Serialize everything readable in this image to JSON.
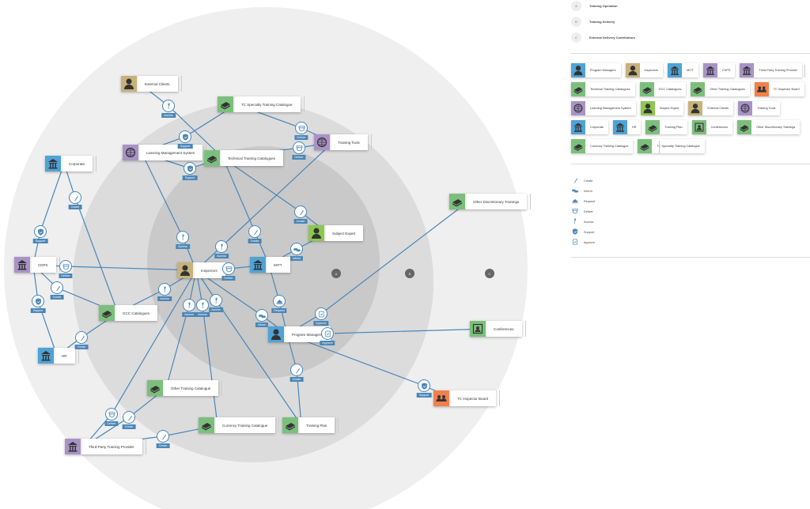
{
  "colors": {
    "blue": "#4fa3d6",
    "tan": "#c8b27a",
    "purple": "#a993c6",
    "green": "#7cbf7c",
    "orange": "#f2804a",
    "lime": "#8dc84e",
    "edge": "#4a86b8",
    "ring_outer": "#efefef",
    "ring_mid": "#dcdcdc",
    "ring_inner": "#c9c9c9"
  },
  "zones": [
    {
      "letter": "A",
      "label": "Training Operation"
    },
    {
      "letter": "B",
      "label": "Training Delivery"
    },
    {
      "letter": "C",
      "label": "External Delivery Contributors"
    }
  ],
  "nodes": {
    "ext": {
      "label": "External Clients",
      "color": "tan",
      "icon": "person"
    },
    "tcspec": {
      "label": "TC Specialty Training Catalogue",
      "color": "green",
      "icon": "book"
    },
    "lms": {
      "label": "Learning Management System",
      "color": "purple",
      "icon": "globe"
    },
    "tech": {
      "label": "Technical Training Catalogues",
      "color": "green",
      "icon": "book"
    },
    "tools": {
      "label": "Training Tools",
      "color": "purple",
      "icon": "globe"
    },
    "corp": {
      "label": "Corporate",
      "color": "blue",
      "icon": "bank"
    },
    "odisc": {
      "label": "Other Discretionary Trainings",
      "color": "green",
      "icon": "book"
    },
    "sme": {
      "label": "Subject Expert",
      "color": "lime",
      "icon": "person"
    },
    "cdps": {
      "label": "CDPS",
      "color": "purple",
      "icon": "bank"
    },
    "insp": {
      "label": "Inspectors",
      "color": "tan",
      "icon": "person"
    },
    "mitt": {
      "label": "MITT",
      "color": "blue",
      "icon": "bank"
    },
    "gcc": {
      "label": "GCC Catalogues",
      "color": "green",
      "icon": "book"
    },
    "pm": {
      "label": "Program Managers",
      "color": "blue",
      "icon": "person"
    },
    "conf": {
      "label": "Conferences",
      "color": "green",
      "icon": "screen"
    },
    "hr": {
      "label": "HR",
      "color": "blue",
      "icon": "bank"
    },
    "otc": {
      "label": "Other Training Catalogue",
      "color": "green",
      "icon": "book"
    },
    "tcib": {
      "label": "TC Inspector Board",
      "color": "orange",
      "icon": "group"
    },
    "curr": {
      "label": "Currency Training Catalogue",
      "color": "green",
      "icon": "book"
    },
    "plan": {
      "label": "Training Plan",
      "color": "green",
      "icon": "book"
    },
    "tp": {
      "label": "Third-Party Training Provider",
      "color": "purple",
      "icon": "bank"
    }
  },
  "edges": [
    {
      "from": "ext",
      "to": "tech",
      "label": "Access",
      "icon": "access"
    },
    {
      "from": "tcspec",
      "to": "lms",
      "label": "Support",
      "icon": "support"
    },
    {
      "from": "tcspec",
      "to": "tools",
      "label": "Deliver",
      "icon": "deliver"
    },
    {
      "from": "lms",
      "to": "tech",
      "label": "Support",
      "icon": "support"
    },
    {
      "from": "tech",
      "to": "tools",
      "label": "Deliver",
      "icon": "deliver"
    },
    {
      "from": "tech",
      "to": "mitt",
      "label": "Create",
      "icon": "create"
    },
    {
      "from": "tech",
      "to": "sme",
      "label": "Create",
      "icon": "create"
    },
    {
      "from": "lms",
      "to": "insp",
      "label": "Access",
      "icon": "access"
    },
    {
      "from": "tools",
      "to": "insp",
      "label": "Access",
      "icon": "access"
    },
    {
      "from": "sme",
      "to": "mitt",
      "label": "Inform",
      "icon": "inform"
    },
    {
      "from": "corp",
      "to": "cdps",
      "label": "Support",
      "icon": "support"
    },
    {
      "from": "corp",
      "to": "gcc",
      "label": "Create",
      "icon": "create"
    },
    {
      "from": "cdps",
      "to": "insp",
      "label": "Deliver",
      "icon": "deliver"
    },
    {
      "from": "cdps",
      "to": "gcc",
      "label": "Create",
      "icon": "create"
    },
    {
      "from": "cdps",
      "to": "hr",
      "label": "Support",
      "icon": "support"
    },
    {
      "from": "gcc",
      "to": "insp",
      "label": "Access",
      "icon": "access"
    },
    {
      "from": "hr",
      "to": "gcc",
      "label": "Create",
      "icon": "create"
    },
    {
      "from": "insp",
      "to": "mitt",
      "label": "Deliver",
      "icon": "deliver"
    },
    {
      "from": "insp",
      "to": "otc",
      "label": "Access",
      "icon": "access"
    },
    {
      "from": "insp",
      "to": "curr",
      "label": "Access",
      "icon": "access"
    },
    {
      "from": "insp",
      "to": "plan",
      "label": "Access",
      "icon": "access"
    },
    {
      "from": "insp",
      "to": "pm",
      "label": "Inform",
      "icon": "inform"
    },
    {
      "from": "mitt",
      "to": "pm",
      "label": "Request",
      "icon": "request"
    },
    {
      "from": "pm",
      "to": "odisc",
      "label": "Approve",
      "icon": "approve"
    },
    {
      "from": "pm",
      "to": "conf",
      "label": "Approve",
      "icon": "approve"
    },
    {
      "from": "pm",
      "to": "plan",
      "label": "Create",
      "icon": "create"
    },
    {
      "from": "pm",
      "to": "tcib",
      "label": "Support",
      "icon": "support"
    },
    {
      "from": "insp",
      "to": "tp",
      "label": "Deliver",
      "icon": "deliver"
    },
    {
      "from": "otc",
      "to": "tp",
      "label": "Create",
      "icon": "create"
    },
    {
      "from": "curr",
      "to": "tp",
      "label": "Create",
      "icon": "create"
    }
  ],
  "legend_types": [
    {
      "label": "Program Managers",
      "color": "blue",
      "icon": "person"
    },
    {
      "label": "Inspectors",
      "color": "tan",
      "icon": "person"
    },
    {
      "label": "MITT",
      "color": "blue",
      "icon": "bank"
    },
    {
      "label": "CDPS",
      "color": "purple",
      "icon": "bank"
    },
    {
      "label": "Third-Party Training Provider",
      "color": "purple",
      "icon": "bank"
    },
    {
      "label": "Technical Training Catalogues",
      "color": "green",
      "icon": "book"
    },
    {
      "label": "GCC Catalogues",
      "color": "green",
      "icon": "book"
    },
    {
      "label": "Other Training Catalogues",
      "color": "green",
      "icon": "book"
    },
    {
      "label": "TC Inspector Board",
      "color": "orange",
      "icon": "group"
    },
    {
      "label": "Learning Management System",
      "color": "purple",
      "icon": "globe"
    },
    {
      "label": "Subject Expert",
      "color": "lime",
      "icon": "person"
    },
    {
      "label": "External Clients",
      "color": "tan",
      "icon": "person"
    },
    {
      "label": "Training Tools",
      "color": "purple",
      "icon": "globe"
    },
    {
      "label": "Corporate",
      "color": "blue",
      "icon": "bank"
    },
    {
      "label": "HR",
      "color": "blue",
      "icon": "bank"
    },
    {
      "label": "Training Plan",
      "color": "green",
      "icon": "book"
    },
    {
      "label": "Conferences",
      "color": "green",
      "icon": "screen"
    },
    {
      "label": "Other Discretionary Trainings",
      "color": "green",
      "icon": "book"
    },
    {
      "label": "Currency Training Catalogue",
      "color": "green",
      "icon": "book"
    },
    {
      "label": "TC Specialty Training Catalogue",
      "color": "green",
      "icon": "book"
    }
  ],
  "legend_relations": [
    {
      "label": "Create",
      "icon": "create"
    },
    {
      "label": "Inform",
      "icon": "inform"
    },
    {
      "label": "Request",
      "icon": "request"
    },
    {
      "label": "Deliver",
      "icon": "deliver"
    },
    {
      "label": "Access",
      "icon": "access"
    },
    {
      "label": "Support",
      "icon": "support"
    },
    {
      "label": "Approve",
      "icon": "approve"
    }
  ]
}
